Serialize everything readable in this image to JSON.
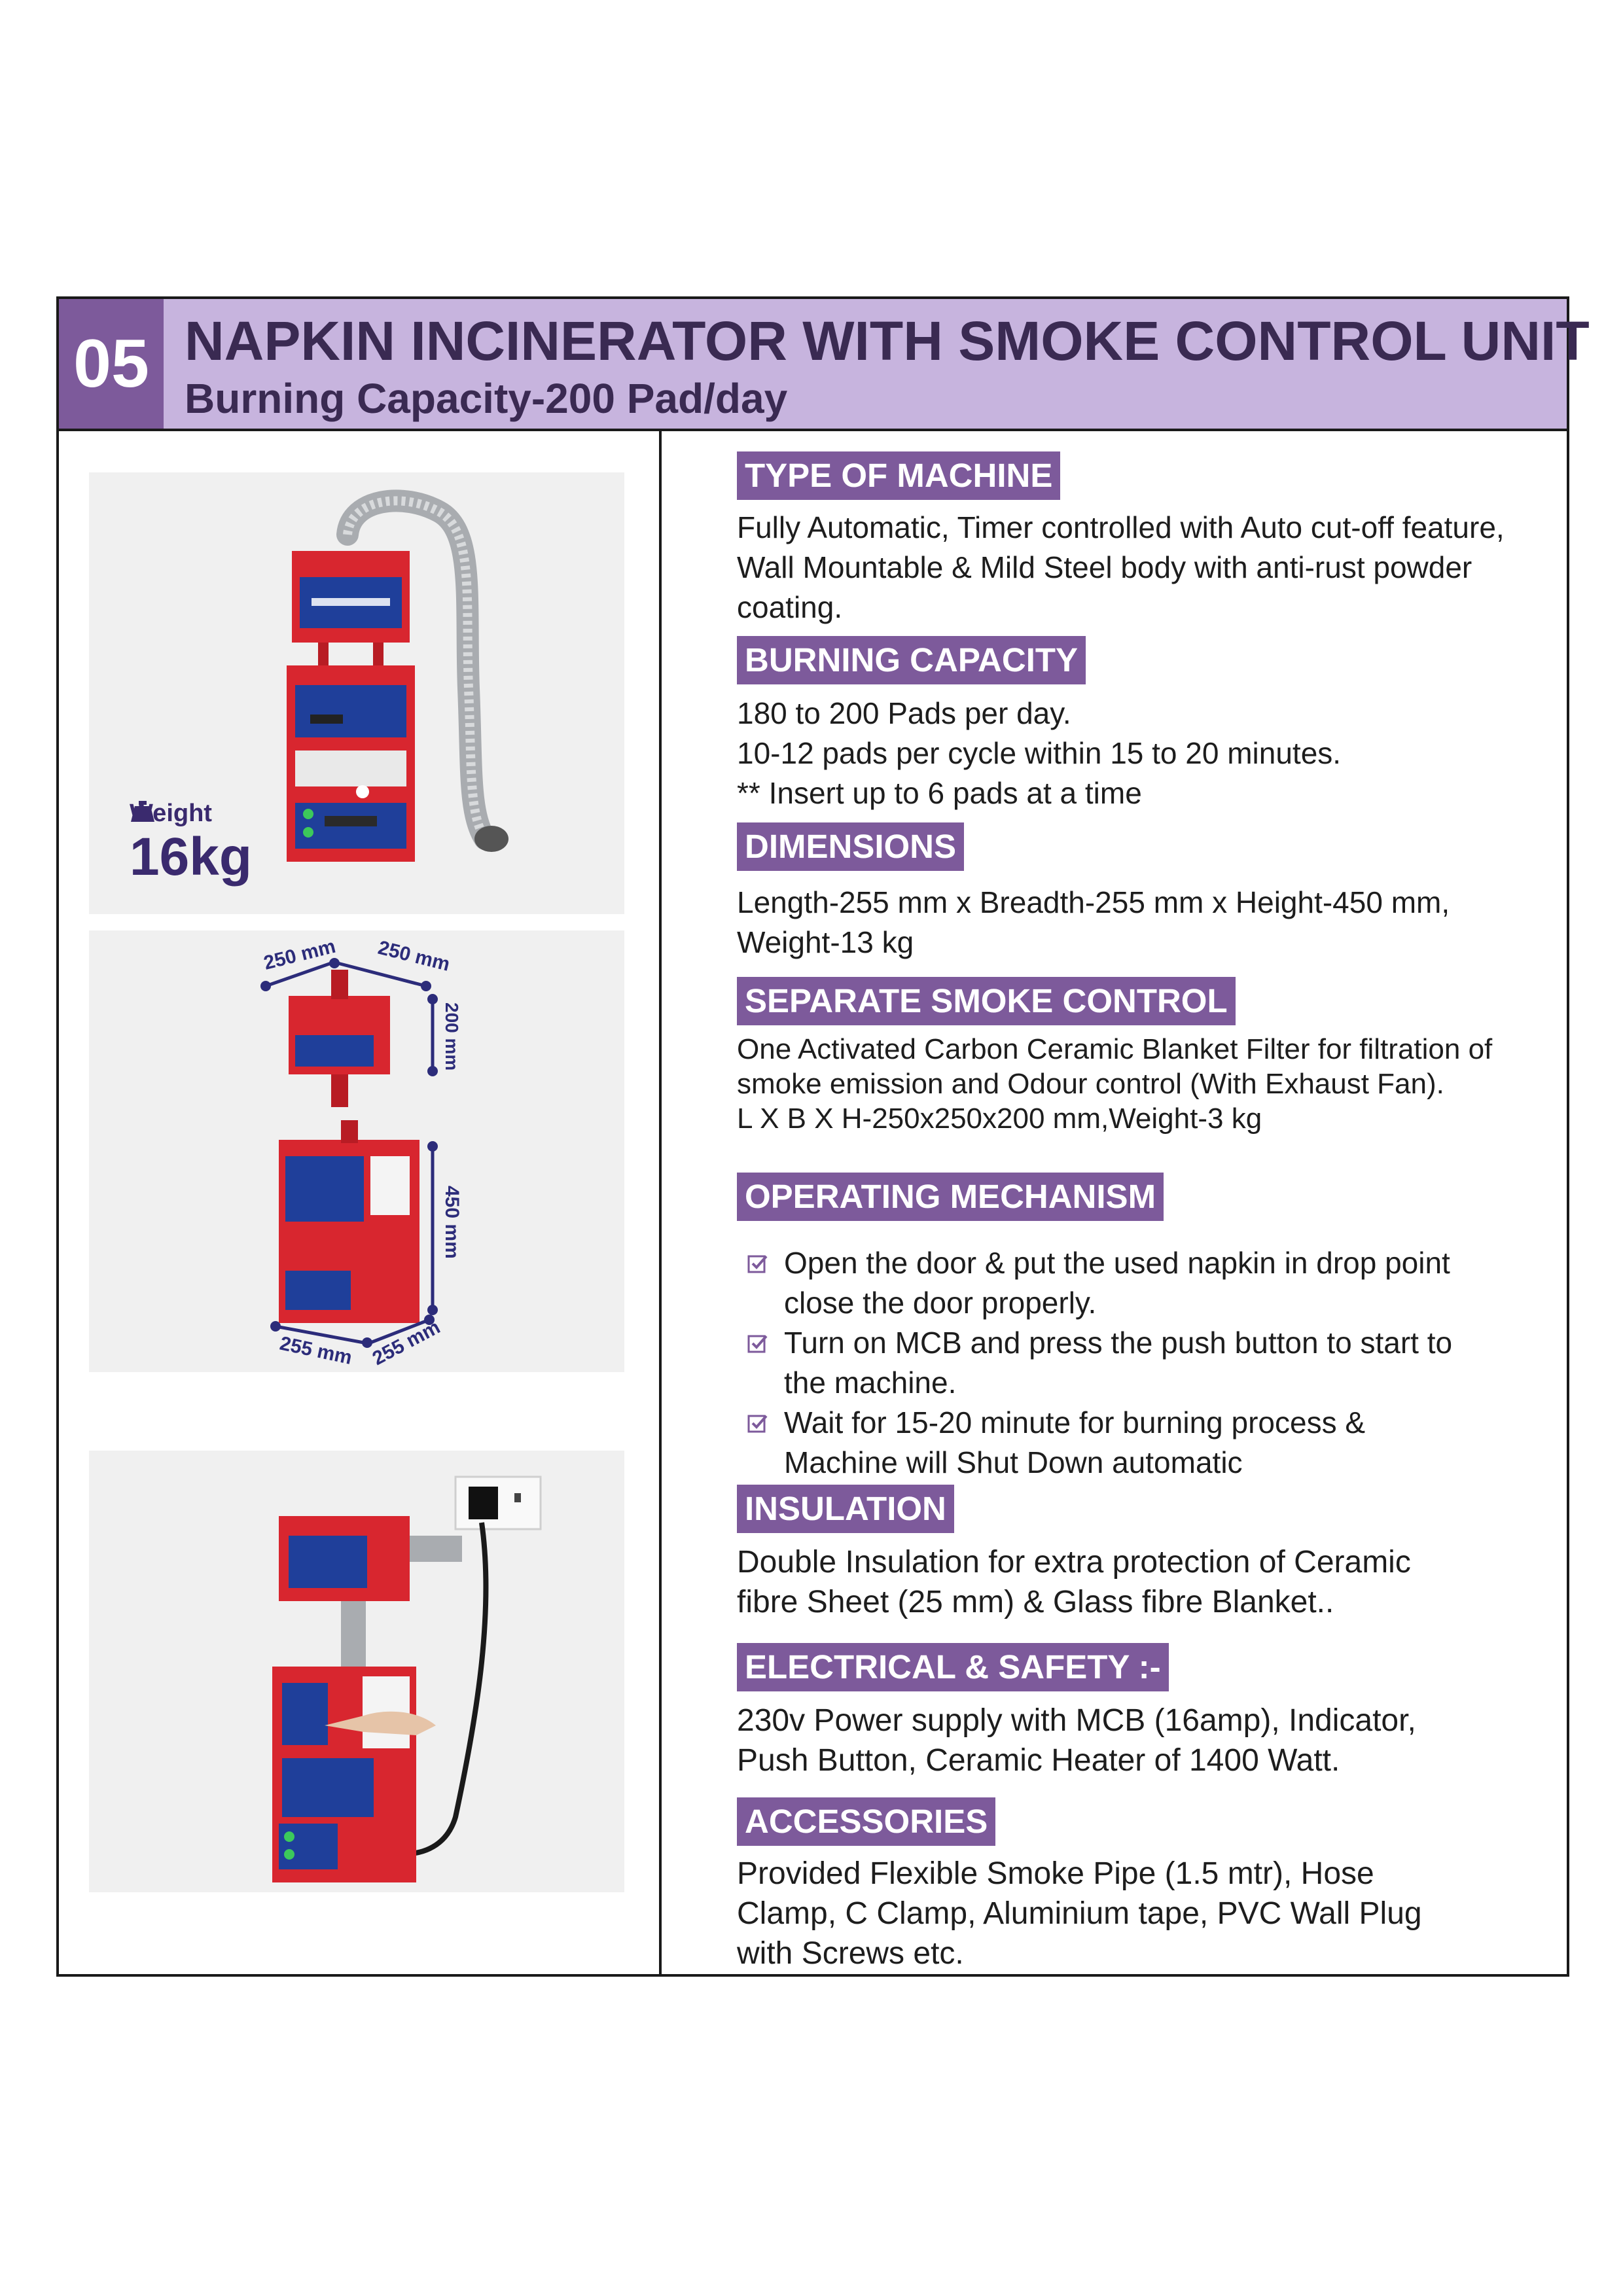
{
  "header": {
    "number": "05",
    "title": "NAPKIN INCINERATOR WITH SMOKE CONTROL UNIT",
    "subtitle": "Burning Capacity-200 Pad/day"
  },
  "images": {
    "weight_label": "Weight",
    "weight_value": "16kg",
    "dimensions": {
      "top_width": "250 mm",
      "top_depth": "250 mm",
      "top_height": "200 mm",
      "bottom_height": "450 mm",
      "bottom_width": "255 mm",
      "bottom_depth": "255 mm"
    }
  },
  "sections": {
    "type": {
      "label": "TYPE OF MACHINE",
      "lines": [
        "Fully Automatic, Timer controlled with Auto cut-off feature,",
        "Wall Mountable & Mild Steel body with anti-rust powder",
        "coating."
      ]
    },
    "capacity": {
      "label": "BURNING CAPACITY",
      "lines": [
        "180 to 200 Pads per day.",
        "10-12 pads per cycle within 15 to 20 minutes.",
        "** Insert up to 6 pads at a time"
      ]
    },
    "dimensions": {
      "label": "DIMENSIONS",
      "lines": [
        "Length-255 mm x Breadth-255 mm x Height-450 mm,",
        "Weight-13 kg"
      ]
    },
    "smoke": {
      "label": "SEPARATE SMOKE CONTROL",
      "lines": [
        "One Activated Carbon Ceramic Blanket Filter for filtration of",
        "smoke emission and Odour control (With Exhaust Fan).",
        "L X B X H-250x250x200 mm,Weight-3 kg"
      ]
    },
    "operating": {
      "label": "OPERATING MECHANISM",
      "items": [
        {
          "line1": "Open the door & put the used napkin in drop point",
          "line2": "close the door properly."
        },
        {
          "line1": "Turn on MCB and press the push button to start to",
          "line2": "the machine."
        },
        {
          "line1": "Wait for 15-20 minute for burning process &",
          "line2": "Machine will Shut Down automatic"
        }
      ]
    },
    "insulation": {
      "label": "INSULATION",
      "lines": [
        "Double Insulation for extra protection of Ceramic",
        "fibre Sheet (25 mm) & Glass fibre Blanket.."
      ]
    },
    "electrical": {
      "label": "ELECTRICAL & SAFETY :-",
      "lines": [
        "230v Power supply with MCB (16amp), Indicator,",
        "Push Button, Ceramic Heater of 1400 Watt."
      ]
    },
    "accessories": {
      "label": "ACCESSORIES",
      "lines": [
        "Provided Flexible Smoke Pipe (1.5 mtr), Hose",
        "Clamp, C Clamp, Aluminium tape, PVC Wall Plug",
        "with Screws etc."
      ]
    }
  },
  "colors": {
    "header_bg": "#c7b4de",
    "accent": "#7d5a9b",
    "machine_red": "#d8262f",
    "panel_blue": "#1f3f9a"
  }
}
